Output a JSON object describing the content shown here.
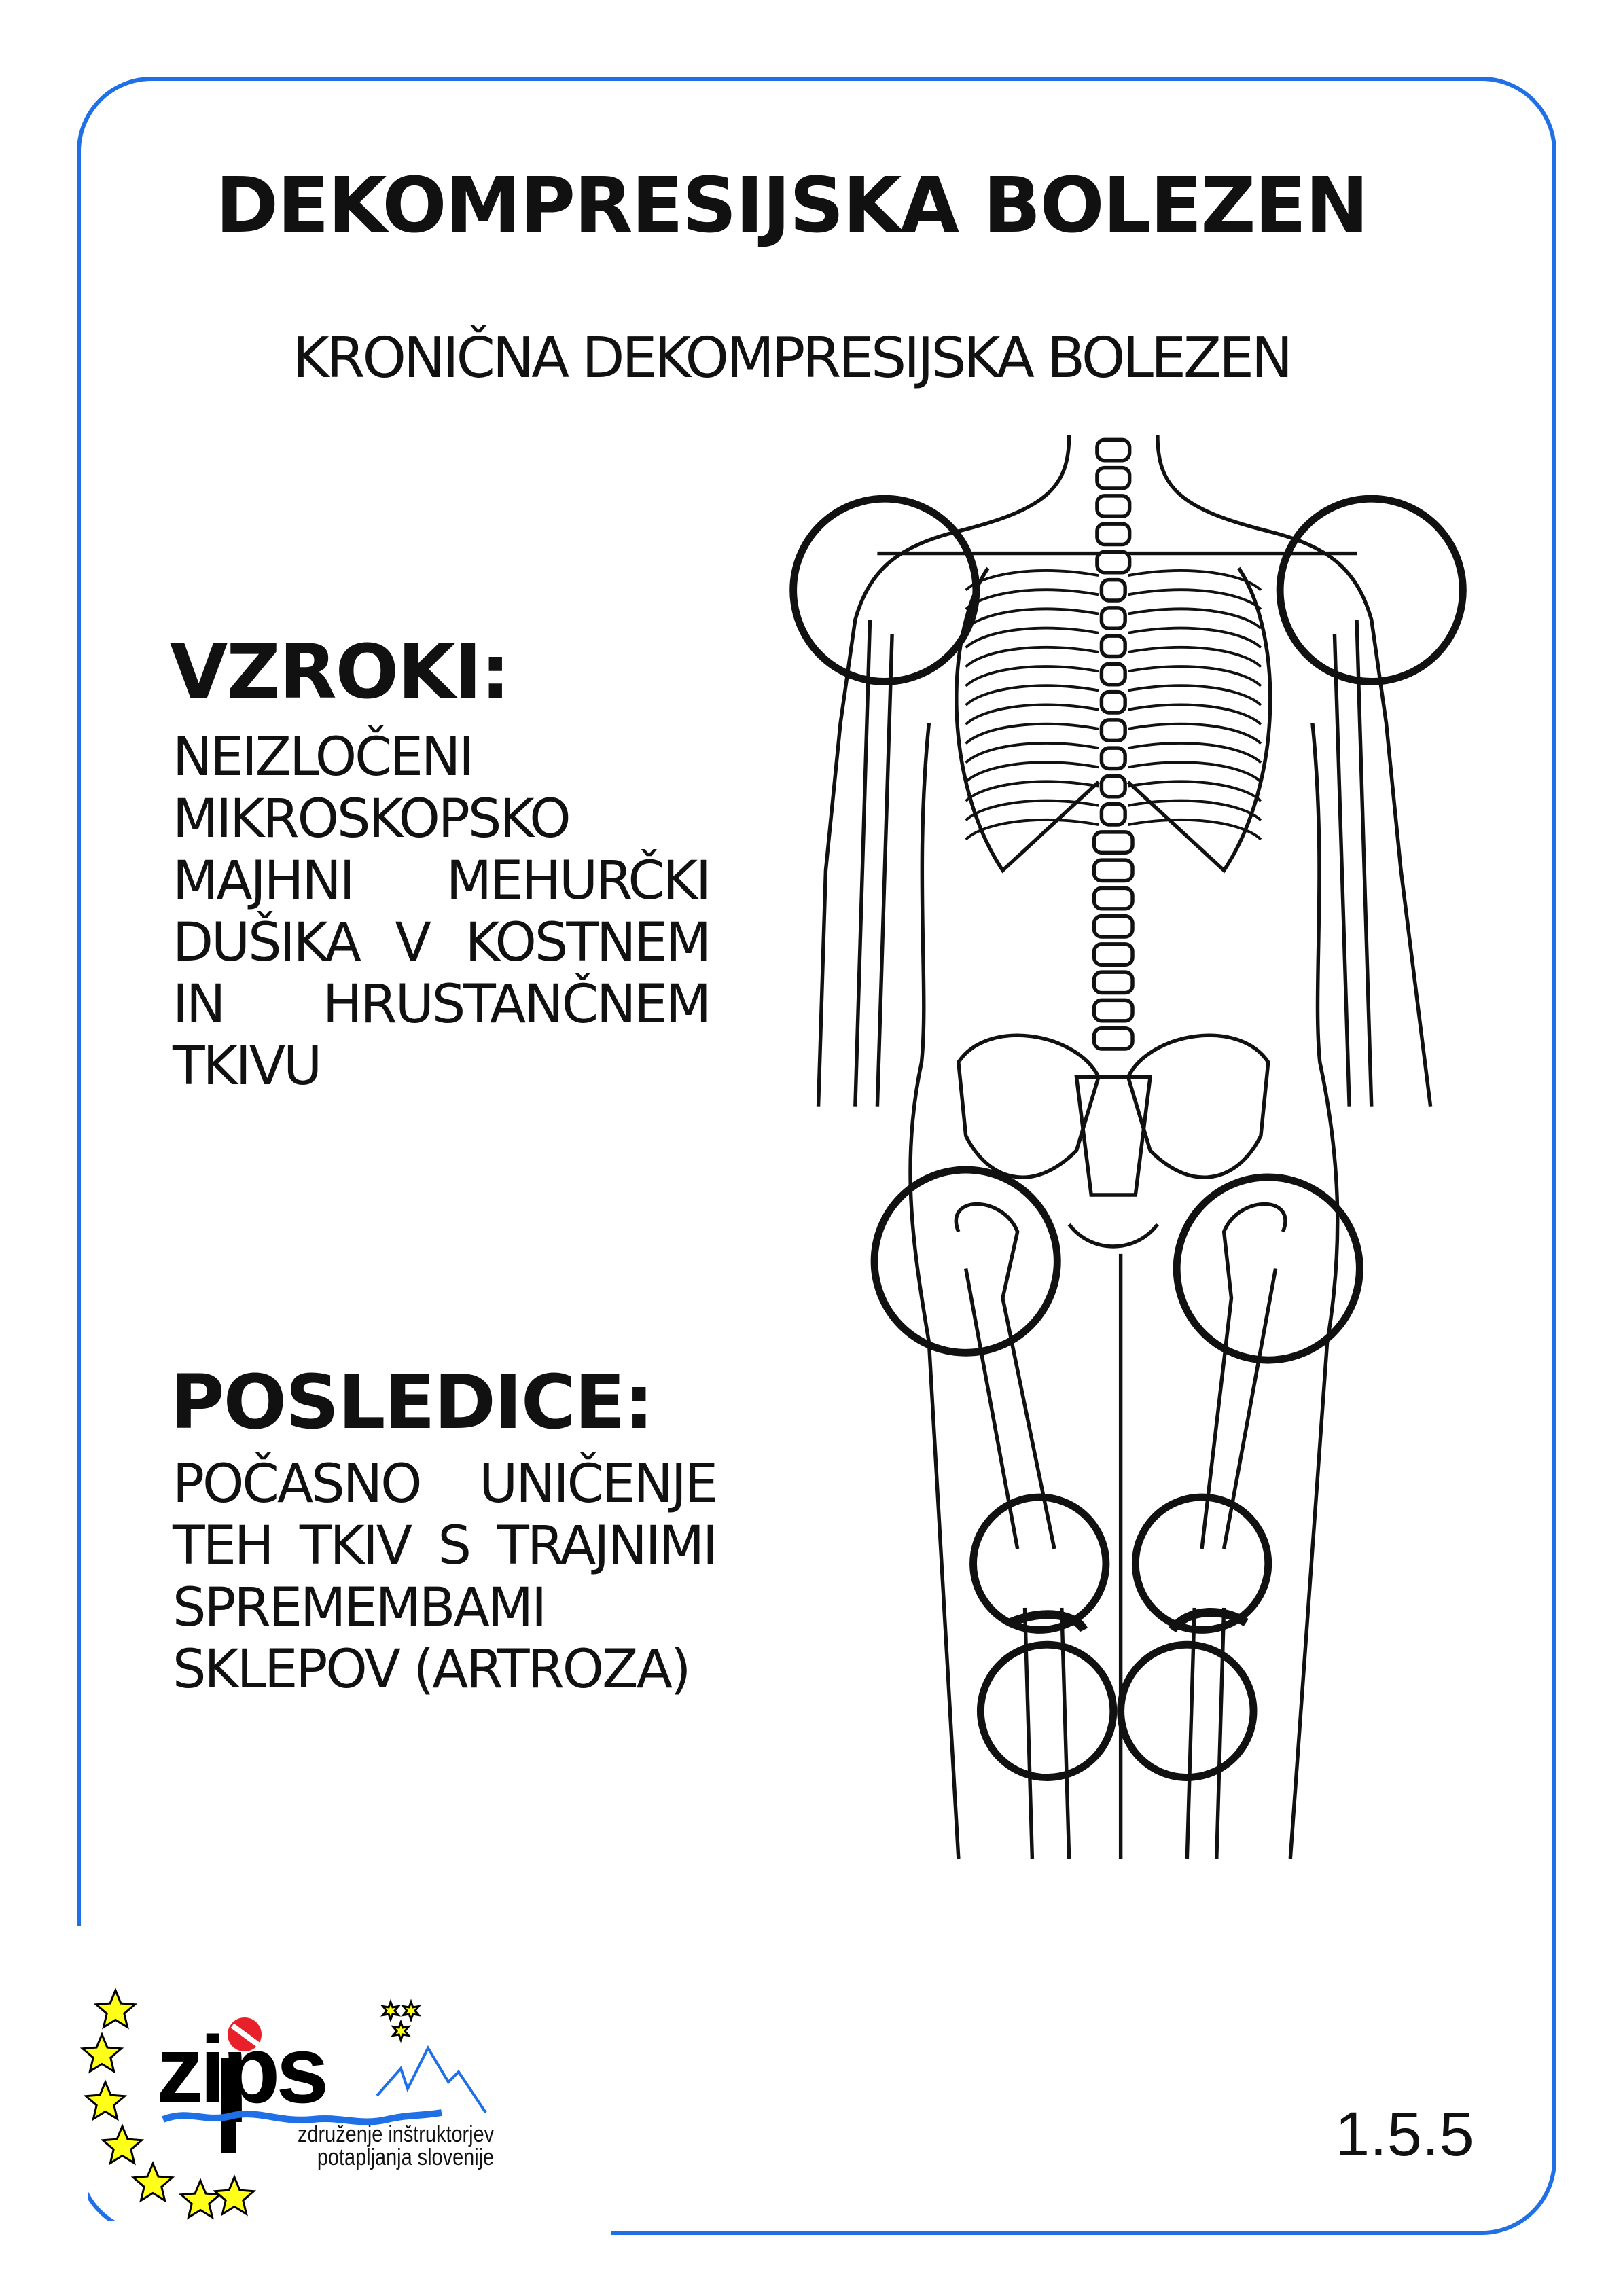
{
  "title": "DEKOMPRESIJSKA BOLEZEN",
  "subtitle": "KRONIČNA DEKOMPRESIJSKA BOLEZEN",
  "causes": {
    "heading": "VZROKI:",
    "lines": [
      "NEIZLOČENI",
      "MIKROSKOPSKO",
      "MAJHNI MEHURČKI",
      "DUŠIKA V KOSTNEM",
      "IN HRUSTANČNEM",
      "TKIVU"
    ]
  },
  "consequences": {
    "heading": "POSLEDICE:",
    "lines": [
      "POČASNO UNIČENJE",
      "TEH TKIV S TRAJNIMI",
      "SPREMEMBAMI",
      "SKLEPOV (ARTROZA)"
    ]
  },
  "logo": {
    "name": "zips",
    "line1": "združenje inštruktorjev",
    "line2": "potapljanja slovenije"
  },
  "page_number": "1.5.5",
  "colors": {
    "border": "#1f6fe6",
    "star": "#ffff1a",
    "water": "#1f6fe6"
  }
}
